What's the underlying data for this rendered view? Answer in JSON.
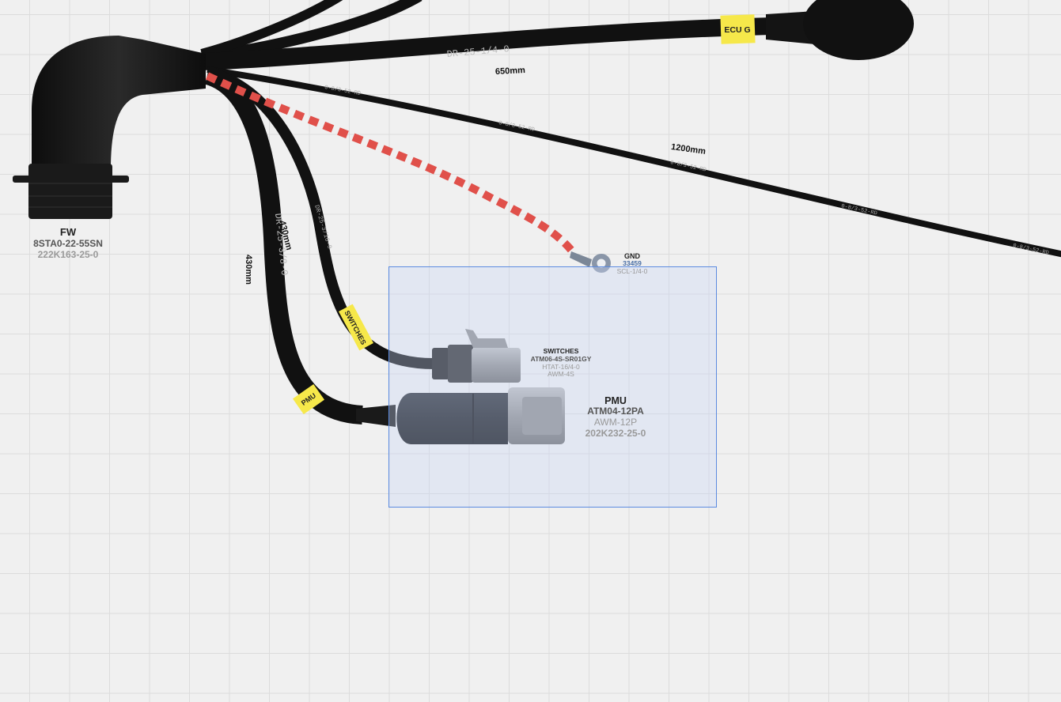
{
  "connectors": {
    "fw": {
      "name": "FW",
      "part": "8STA0-22-55SN",
      "sub": "222K163-25-0"
    },
    "ecu": {
      "tag": "ECU G"
    },
    "gnd": {
      "name": "GND",
      "part": "33459",
      "sub": "SCL-1/4-0"
    },
    "switches": {
      "name": "SWITCHES",
      "part": "ATM06-4S-SR01GY",
      "sub1": "HTAT-16/4-0",
      "sub2": "AWM-4S",
      "tag": "SWITCHES"
    },
    "pmu": {
      "name": "PMU",
      "part": "ATM04-12PA",
      "sub1": "AWM-12P",
      "sub2": "202K232-25-0",
      "tag": "PMU"
    }
  },
  "cables": {
    "ecu_sleeve": "DR-25-1/4-0",
    "ecu_length": "650mm",
    "long_wire": "0-8/3-52-RD",
    "long_length": "1200mm",
    "switches_sleeve": "DR-25-3/16-0",
    "switches_length": "430mm",
    "pmu_sleeve": "DR-25-3/8-0",
    "pmu_length": "430mm"
  },
  "colors": {
    "cable": "#111111",
    "label_tag": "#f6e84a",
    "gnd_wire": "#e0504a",
    "selection": "#5b8be0"
  }
}
